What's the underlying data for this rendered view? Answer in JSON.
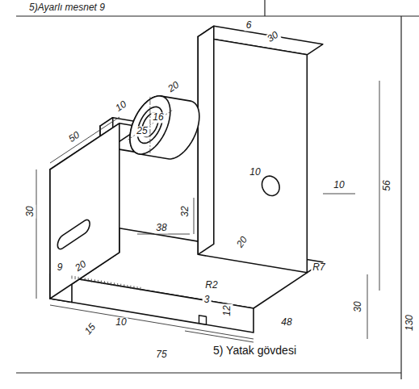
{
  "diagram": {
    "title": "5) Yatak gövdesi",
    "labels": [
      "5)Ayarlı mesnet 9",
      "6",
      "30",
      "20",
      "16",
      "25",
      "10",
      "30",
      "50",
      "38",
      "32",
      "20",
      "10",
      "10",
      "R7",
      "56",
      "30",
      "48",
      "75",
      "12",
      "3",
      "R2",
      "10",
      "20",
      "15",
      "9",
      "130"
    ]
  }
}
